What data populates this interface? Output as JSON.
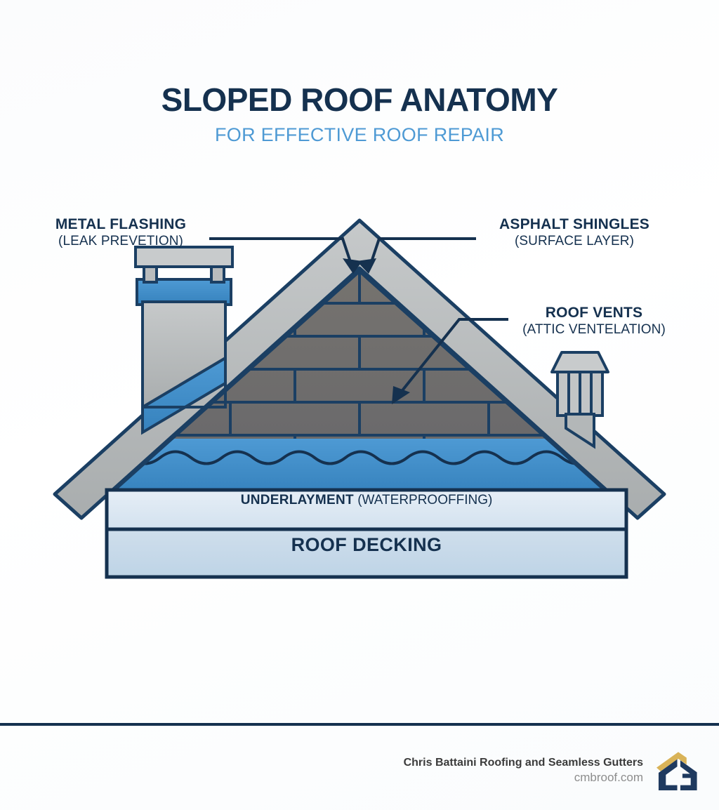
{
  "header": {
    "title": "SLOPED ROOF ANATOMY",
    "subtitle": "FOR EFFECTIVE ROOF REPAIR"
  },
  "callouts": [
    {
      "id": "metal-flashing",
      "title": "METAL FLASHING",
      "subtitle": "(LEAK PREVETION)",
      "points_to": "roof-peak-flashing"
    },
    {
      "id": "asphalt-shingles",
      "title": "ASPHALT SHINGLES",
      "subtitle": "(SURFACE LAYER)",
      "points_to": "roof-peak-shingles"
    },
    {
      "id": "roof-vents",
      "title": "ROOF VENTS",
      "subtitle": "(ATTIC VENTELATION)",
      "points_to": "shingle-field"
    }
  ],
  "bands": {
    "underlayment_strong": "UNDERLAYMENT",
    "underlayment_light": " (WATERPROOFFING)",
    "decking": "ROOF DECKING"
  },
  "footer": {
    "company": "Chris Battaini Roofing and Seamless Gutters",
    "website": "cmbroof.com",
    "logo_name": "cb-house-monogram-logo"
  },
  "colors": {
    "navy": "#15314f",
    "outline": "#1b3f63",
    "subtitle_blue": "#4e9ad4",
    "underlayment_blue": "#3d8dc4",
    "flashing_gray": "#b9bcbd",
    "shingle_gray": "#6e6f6f",
    "band_underlayment": "#dce8f2",
    "band_decking": "#c5d8e8",
    "logo_gold": "#d9b358",
    "background": "#ffffff"
  },
  "diagram": {
    "name": "sloped-roof-cutaway-illustration",
    "elements": [
      "chimney-left",
      "chimney-cap",
      "chimney-flashing",
      "roof-peak-flashing",
      "shingle-field",
      "underlayment-layer",
      "roof-vent-right",
      "decking-band",
      "underlayment-band"
    ]
  }
}
